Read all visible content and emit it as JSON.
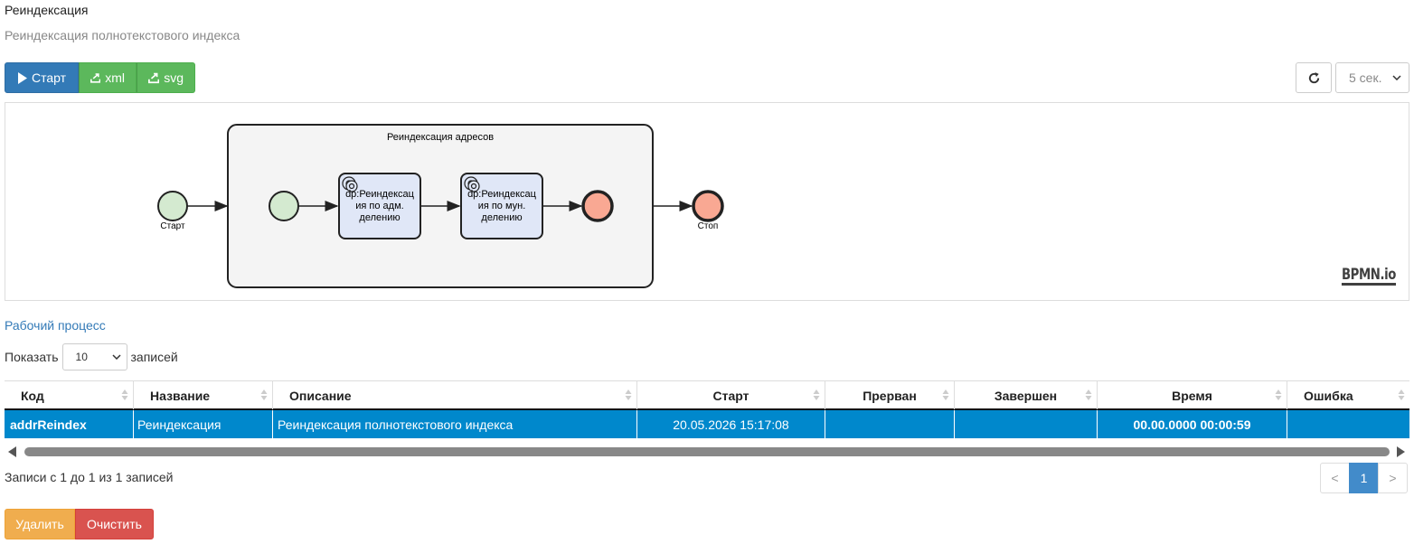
{
  "page": {
    "title": "Реиндексация",
    "subtitle": "Реиндексация полнотекстового индекса"
  },
  "toolbar": {
    "start_label": "Старт",
    "xml_label": "xml",
    "svg_label": "svg",
    "interval_value": "5 сек.",
    "icons": [
      "play-icon",
      "export-icon",
      "refresh-icon",
      "chevron-down-icon"
    ]
  },
  "diagram": {
    "subprocess_label": "Реиндексация адресов",
    "start_event_label": "Старт",
    "end_event_label": "Стоп",
    "task1_lines": [
      "dp:Реиндексац",
      "ия по адм.",
      "делению"
    ],
    "task2_lines": [
      "dp:Реиндексац",
      "ия по мун.",
      "делению"
    ],
    "logo": "BPMN.io",
    "colors": {
      "start_fill": "#d4ead0",
      "end_fill": "#f9a893",
      "task_fill": "#e0e7f7",
      "subprocess_fill": "#f4f4f4"
    }
  },
  "workflow": {
    "section_title": "Рабочий процесс",
    "show_label": "Показать",
    "page_length": "10",
    "records_label": "записей",
    "columns": [
      "Код",
      "Название",
      "Описание",
      "Старт",
      "Прерван",
      "Завершен",
      "Время",
      "Ошибка"
    ],
    "rows": [
      {
        "code": "addrReindex",
        "name": "Реиндексация",
        "description": "Реиндексация полнотекстового индекса",
        "start": "20.05.2026 15:17:08",
        "aborted": "",
        "finished": "",
        "duration": "00.00.0000 00:00:59",
        "error": ""
      }
    ],
    "info_text": "Записи с 1 до 1 из 1 записей",
    "pagination": {
      "prev": "<",
      "current": "1",
      "next": ">"
    },
    "row_highlight_color": "#0088cc"
  },
  "actions": {
    "delete_label": "Удалить",
    "clear_label": "Очистить"
  }
}
